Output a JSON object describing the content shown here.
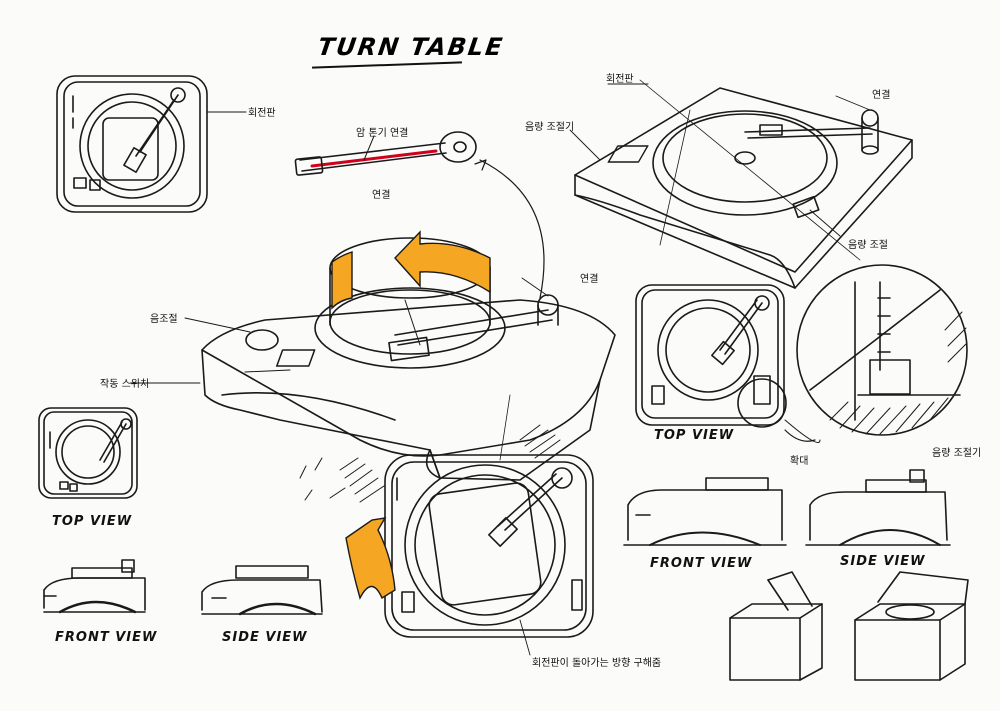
{
  "title": "TURN TABLE",
  "view_labels": {
    "top_view_left": "TOP  VIEW",
    "top_view_right": "TOP  VIEW",
    "front_view_left": "FRONT VIEW",
    "side_view_left": "SIDE  VIEW",
    "front_view_right": "FRONT VIEW",
    "side_view_right": "SIDE  VIEW"
  },
  "annotations": {
    "topleft_note": "회전판",
    "arm_note": "암 톤기 연결",
    "arm_caption": "연결",
    "perspective_note1": "회전판",
    "perspective_note2": "음량 조절기",
    "perspective_note3": "연결",
    "perspective_note4": "음량 조절",
    "center_note1": "연결",
    "center_note2": "음조절",
    "center_note3": "작동 스위치",
    "detail_note": "확대",
    "detail_note2": "음량 조절기",
    "bottom_note": "회전판이 돌아가는 방향 구해줌"
  },
  "colors": {
    "ink": "#1a1a1a",
    "accent_orange": "#f5a623",
    "accent_red": "#d0021b",
    "gray_tone": "#bdbdbd"
  }
}
